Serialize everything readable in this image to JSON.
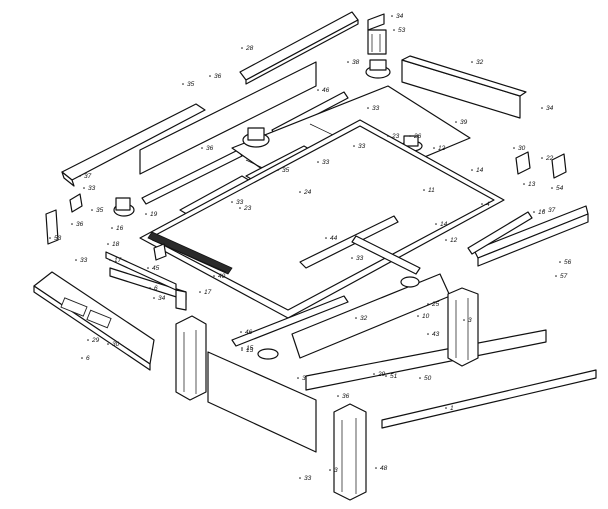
{
  "diagram": {
    "callouts": [
      "34",
      "53",
      "28",
      "32",
      "38",
      "36",
      "35",
      "46",
      "33",
      "34",
      "39",
      "23",
      "26",
      "12",
      "36",
      "33",
      "14",
      "37",
      "30",
      "33",
      "22",
      "13",
      "54",
      "11",
      "33",
      "35",
      "24",
      "16",
      "53",
      "36",
      "37",
      "35",
      "16",
      "19",
      "17",
      "44",
      "33",
      "23",
      "4",
      "14",
      "12",
      "56",
      "57",
      "18",
      "17",
      "45",
      "33",
      "6",
      "34",
      "30",
      "40",
      "46",
      "15",
      "29",
      "33",
      "25",
      "6",
      "32",
      "43",
      "13",
      "10",
      "3",
      "3",
      "29",
      "51",
      "50",
      "1",
      "36",
      "3",
      "33",
      "48"
    ]
  }
}
